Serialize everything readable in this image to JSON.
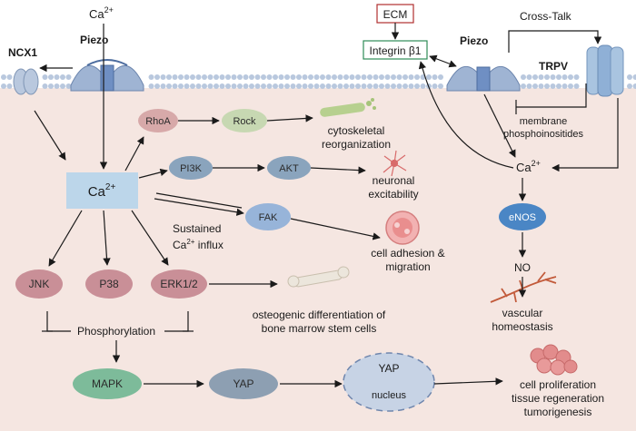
{
  "membrane": {
    "ncx1": "NCX1",
    "piezo_left": "Piezo",
    "ca_top": "Ca",
    "ca_sup": "2+",
    "ecm": "ECM",
    "integrin": "Integrin β1",
    "piezo_right": "Piezo",
    "cross_talk": "Cross-Talk",
    "trpv": "TRPV",
    "membrane_pi_1": "membrane",
    "membrane_pi_2": "phosphoinositides"
  },
  "ca_hub": {
    "base": "Ca",
    "sup": "2+"
  },
  "ca_right": {
    "base": "Ca",
    "sup": "2+"
  },
  "nodes": {
    "rhoa": "RhoA",
    "rock": "Rock",
    "pi3k": "PI3K",
    "akt": "AKT",
    "fak": "FAK",
    "jnk": "JNK",
    "p38": "P38",
    "erk": "ERK1/2",
    "mapk": "MAPK",
    "yap": "YAP",
    "yap_nucleus": "YAP",
    "nucleus": "nucleus",
    "enos": "eNOS",
    "no": "NO"
  },
  "outcomes": {
    "cyto_1": "cytoskeletal",
    "cyto_2": "reorganization",
    "neuro_1": "neuronal",
    "neuro_2": "excitability",
    "adhesion_1": "cell adhesion &",
    "adhesion_2": "migration",
    "osteo_1": "osteogenic differentiation of",
    "osteo_2": "bone marrow stem cells",
    "vasc_1": "vascular",
    "vasc_2": "homeostasis",
    "prolif_1": "cell proliferation",
    "prolif_2": "tissue regeneration",
    "prolif_3": "tumorigenesis"
  },
  "labels": {
    "sustained": "Sustained",
    "influx_base": "Ca",
    "influx_sup": "2+",
    "influx_tail": " influx",
    "phosphorylation": "Phosphorylation"
  },
  "colors": {
    "cytoplasm": "#f5e6e1",
    "membrane": "#b9c8de",
    "ca_box": "#bcd6ea",
    "rhoa": "#d7a9a9",
    "rock": "#c7d8b2",
    "pi3k": "#8aa4bd",
    "akt": "#8aa4bd",
    "fak": "#97b4d9",
    "jnk": "#c98f97",
    "p38": "#c98f97",
    "erk": "#c98f97",
    "mapk": "#7dbb9a",
    "yap": "#8d9fb2",
    "nucleus": "#c7d3e5",
    "enos": "#4a86c5",
    "ecm_border": "#b03030",
    "integrin_border": "#2e8b57"
  }
}
